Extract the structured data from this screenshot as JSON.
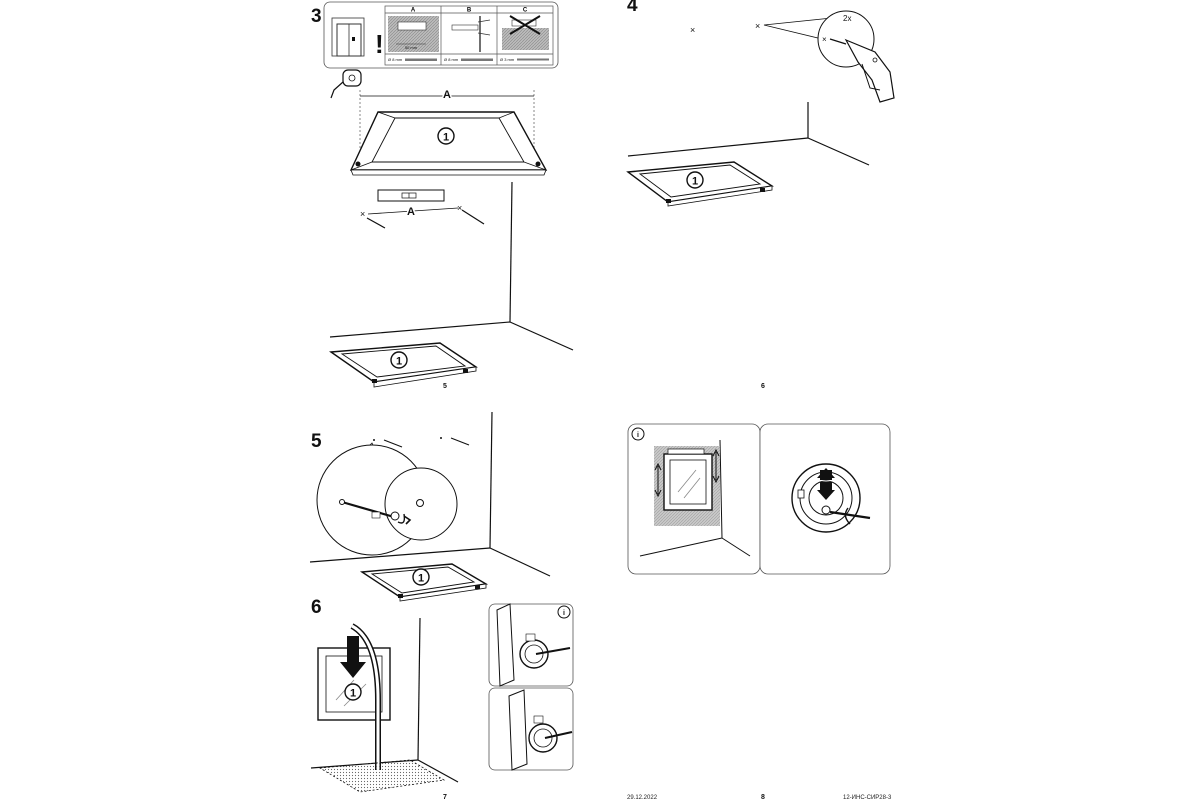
{
  "pages": {
    "left_top": {
      "step": "3",
      "page_number": "5",
      "drill_table": {
        "columns": [
          "A",
          "B",
          "C"
        ],
        "dimension": "50 mm",
        "sizes": [
          "Ø 8 mm",
          "Ø 8 mm",
          "Ø 3 mm"
        ]
      },
      "measure_label": "A",
      "panel_label": "1",
      "wall_measure_label": "A"
    },
    "right_top": {
      "step": "4",
      "page_number": "6",
      "drill_times": "2x",
      "panel_label": "1"
    },
    "left_bottom": {
      "step": "5",
      "step2": "6",
      "page_number": "7",
      "panel_label": "1"
    },
    "right_bottom": {
      "page_number": "8",
      "date": "29.12.2022",
      "doc_code": "12-ИНС-СИР28-3"
    }
  },
  "icons": [
    "info-icon",
    "drill-icon",
    "tape-measure-icon",
    "spirit-level-icon",
    "down-arrow-icon",
    "bracket-icon"
  ]
}
